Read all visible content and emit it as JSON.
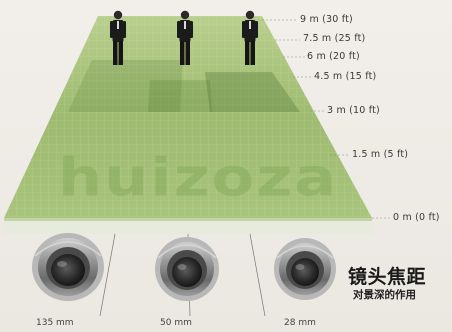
{
  "distance_markers": [
    "9 m (30 ft)",
    "7.5 m (25 ft)",
    "6 m (20 ft)",
    "4.5 m (15 ft)",
    "3 m (10 ft)",
    "1.5 m (5 ft)",
    "0 m (0 ft)"
  ],
  "lenses": [
    "135 mm",
    "50 mm",
    "28 mm"
  ],
  "title": "镜头焦距",
  "subtitle": "对景深的作用",
  "watermark": "huizoza",
  "colors": {
    "field": "#9bb86e",
    "field_dark": "#6f8f48",
    "field_edge": "#e9ede2",
    "lens_body": "#8e8e8e",
    "background": "#ede9e3"
  }
}
